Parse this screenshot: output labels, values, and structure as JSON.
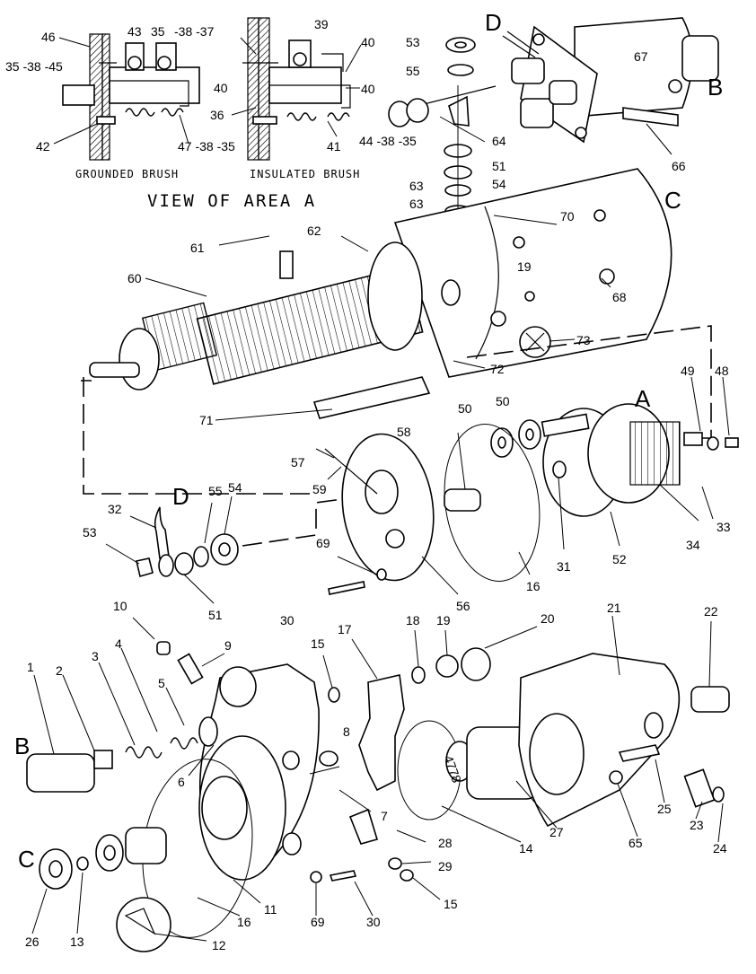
{
  "view": {
    "title": "VIEW OF AREA  A",
    "grounded_caption": "GROUNDED BRUSH",
    "insulated_caption": "INSULATED BRUSH"
  },
  "reference_letters": {
    "A": "A",
    "B_top": "B",
    "B_bottom": "B",
    "C_top": "C",
    "C_bottom": "C",
    "D_top": "D",
    "D_mid": "D"
  },
  "callouts": {
    "c46": "46",
    "c43": "43",
    "c35a": "35",
    "c38_37": "-38 -37",
    "c35_38_45": "35  -38 -45",
    "c40a": "40",
    "c42": "42",
    "c47_38_35": "47 -38 -35",
    "c39": "39",
    "c40b": "40",
    "c40c": "40",
    "c36": "36",
    "c41": "41",
    "c44_38_35": "44 -38 -35",
    "c53a": "53",
    "c55a": "55",
    "c64": "64",
    "c51a": "51",
    "c54a": "54",
    "c63a": "63",
    "c63b": "63",
    "c67": "67",
    "c66": "66",
    "c70": "70",
    "c61": "61",
    "c62": "62",
    "c60": "60",
    "c19a": "19",
    "c68": "68",
    "c73": "73",
    "c72": "72",
    "c71": "71",
    "c49": "49",
    "c48": "48",
    "c50a": "50",
    "c50b": "50",
    "c58": "58",
    "c57": "57",
    "c59": "59",
    "c33": "33",
    "c34": "34",
    "c52": "52",
    "c31": "31",
    "c16a": "16",
    "c32": "32",
    "c55b": "55",
    "c54b": "54",
    "c53b": "53",
    "c51b": "51",
    "c69a": "69",
    "c56": "56",
    "c30a": "30",
    "c10": "10",
    "c9": "9",
    "c15a": "15",
    "c17": "17",
    "c18": "18",
    "c19b": "19",
    "c20": "20",
    "c21": "21",
    "c22": "22",
    "c1": "1",
    "c2": "2",
    "c3": "3",
    "c4": "4",
    "c5": "5",
    "c6": "6",
    "c8": "8",
    "c7": "7",
    "c28": "28",
    "c29": "29",
    "c15b": "15",
    "c14": "14",
    "c27": "27",
    "c65": "65",
    "c25": "25",
    "c23": "23",
    "c24": "24",
    "c11": "11",
    "c16b": "16",
    "c26": "26",
    "c13": "13",
    "c12": "12",
    "c69b": "69",
    "c30b": "30"
  },
  "part_stamp": "4778"
}
